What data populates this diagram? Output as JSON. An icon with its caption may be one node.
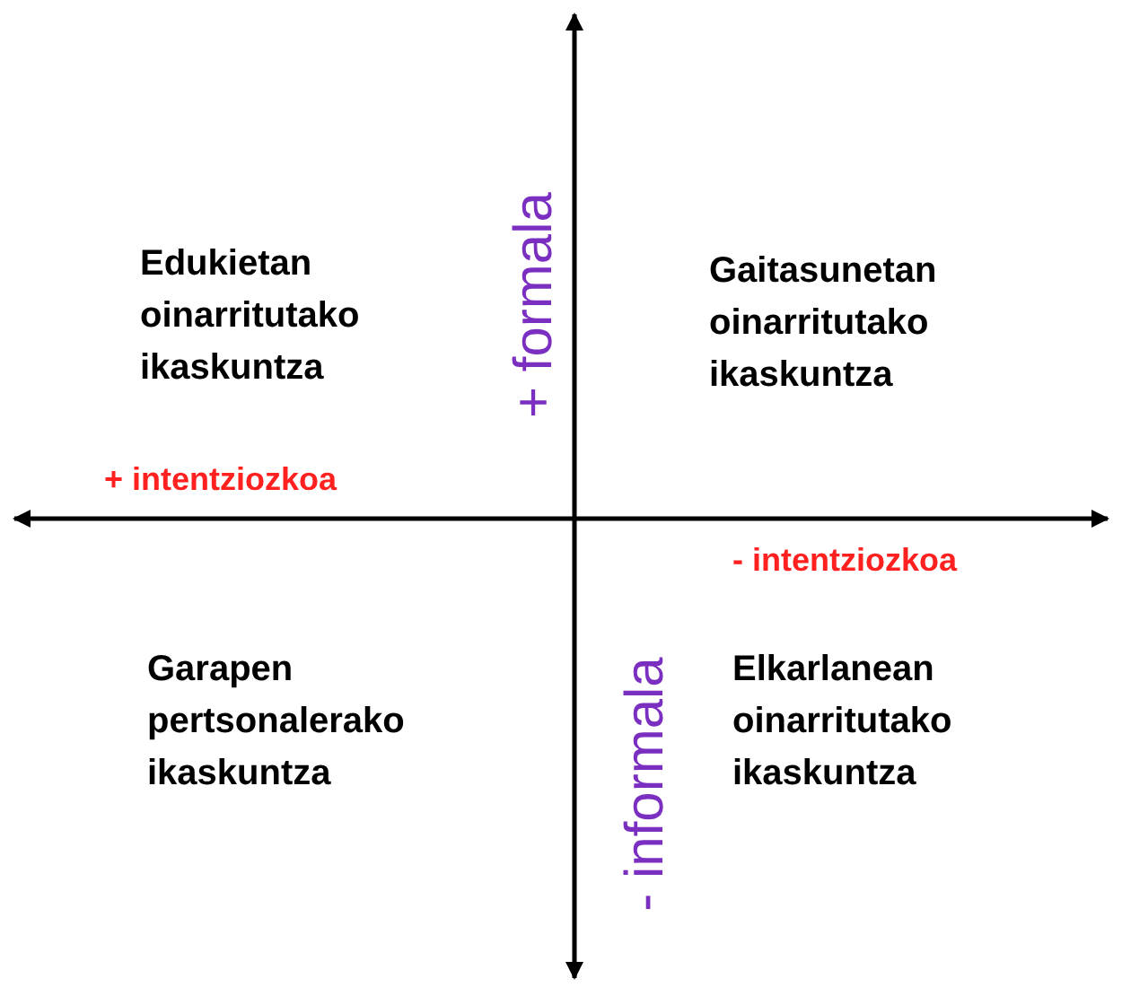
{
  "diagram": {
    "labels": [
      "Edukietan oinarritutako ikaskuntza",
      "+ formala",
      "Gaitasunetan oinarritutako ikaskuntza",
      "+ intentziozkoa",
      "- intentziozkoa",
      "- informala",
      "Garapen pertsonalerako ikaskuntza",
      "Elkarlanean oinarritutako ikaskuntza"
    ]
  }
}
